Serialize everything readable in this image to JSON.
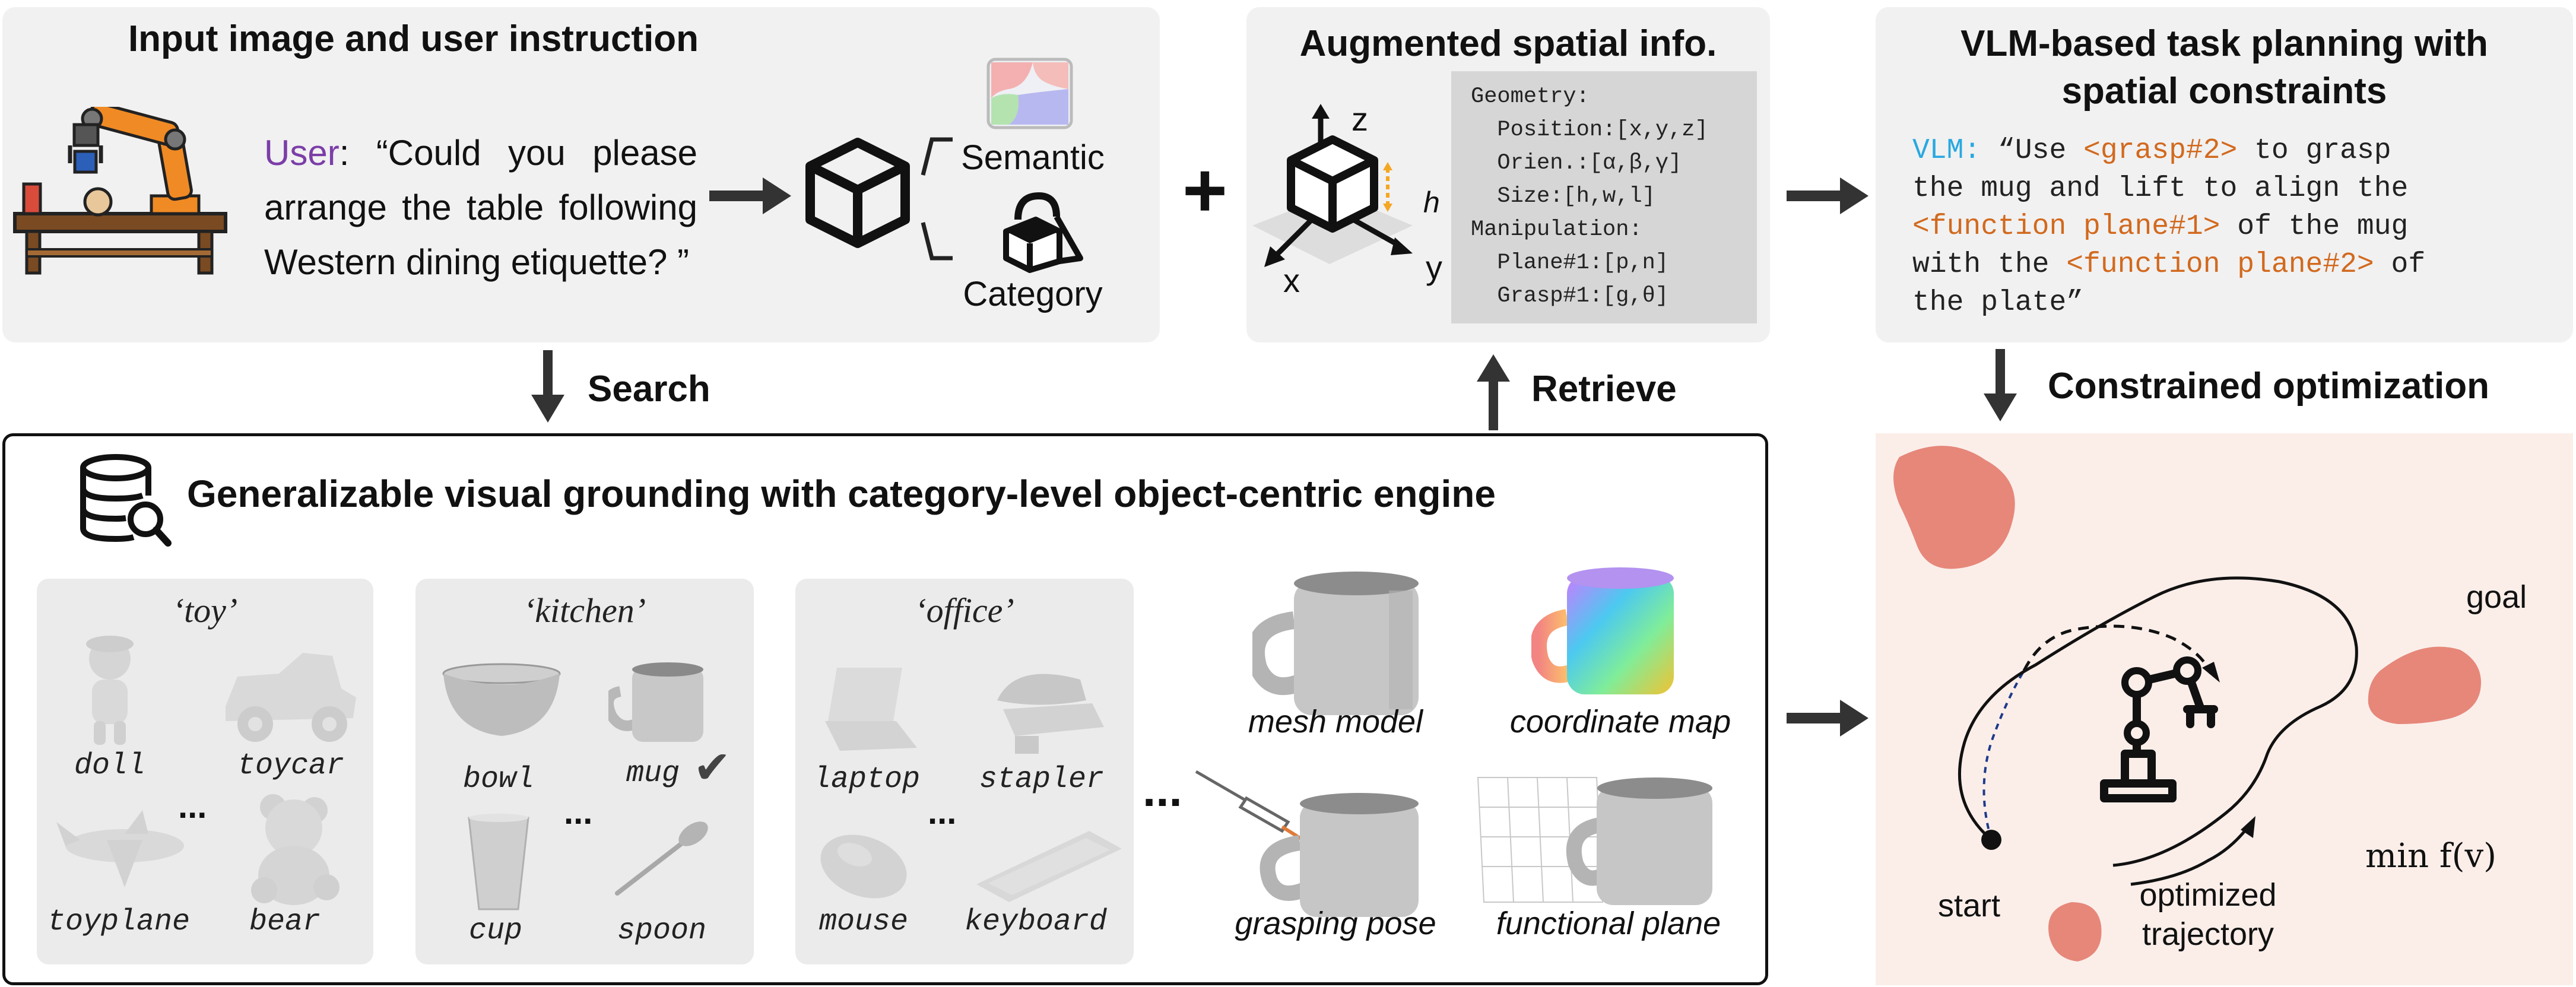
{
  "panel_input": {
    "title": "Input image and user instruction",
    "user_label": "User",
    "user_colon": ":",
    "instruction_lines": [
      "“Could you please",
      "arrange the table following",
      "Western dining etiquette? ”"
    ],
    "semantic_label": "Semantic",
    "category_label": "Category"
  },
  "panel_spatial": {
    "title": "Augmented spatial info.",
    "axis_z": "z",
    "axis_x": "x",
    "axis_y": "y",
    "height_h": "h",
    "info_lines": [
      "Geometry:",
      "  Position:[x,y,z]",
      "  Orien.:[α,β,γ]",
      "  Size:[h,w,l]",
      "Manipulation:",
      "  Plane#1:[p,n]",
      "  Grasp#1:[g,θ]"
    ]
  },
  "panel_vlm": {
    "title_line1": "VLM-based task planning with",
    "title_line2": "spatial constraints",
    "vlm_label": "VLM:",
    "t_open": "“Use",
    "t_grasp": "<grasp#2>",
    "t_to_grasp": "to grasp",
    "t_line2": "the mug and lift to align the",
    "t_fp1": "<function plane#1>",
    "t_of_mug": "of the mug",
    "t_with": "with the",
    "t_fp2": "<function plane#2>",
    "t_of": "of",
    "t_plate": "the plate”",
    "colors": {
      "vlm": "#29a8e0",
      "token": "#d2691e"
    }
  },
  "plus": "+",
  "arrows": {
    "search": "Search",
    "retrieve": "Retrieve",
    "constrained": "Constrained optimization"
  },
  "engine": {
    "title": "Generalizable visual grounding with category-level object-centric engine",
    "categories": [
      {
        "name": "‘toy’",
        "items": [
          "doll",
          "toycar",
          "toyplane",
          "bear"
        ]
      },
      {
        "name": "‘kitchen’",
        "items": [
          "bowl",
          "mug",
          "cup",
          "spoon"
        ]
      },
      {
        "name": "‘office’",
        "items": [
          "laptop",
          "stapler",
          "mouse",
          "keyboard"
        ]
      }
    ],
    "ellipsis": "...",
    "ellipsis_big": "...",
    "checkmark": "✔",
    "representations": [
      "mesh model",
      "coordinate map",
      "grasping pose",
      "functional plane"
    ]
  },
  "optimization": {
    "goal": "goal",
    "start": "start",
    "traj_line1": "optimized",
    "traj_line2": "trajectory",
    "objective": "min f(v)",
    "colors": {
      "bg": "#fbeee9",
      "obstacle": "#e6877a",
      "dashed": "#1e3a8a"
    }
  }
}
